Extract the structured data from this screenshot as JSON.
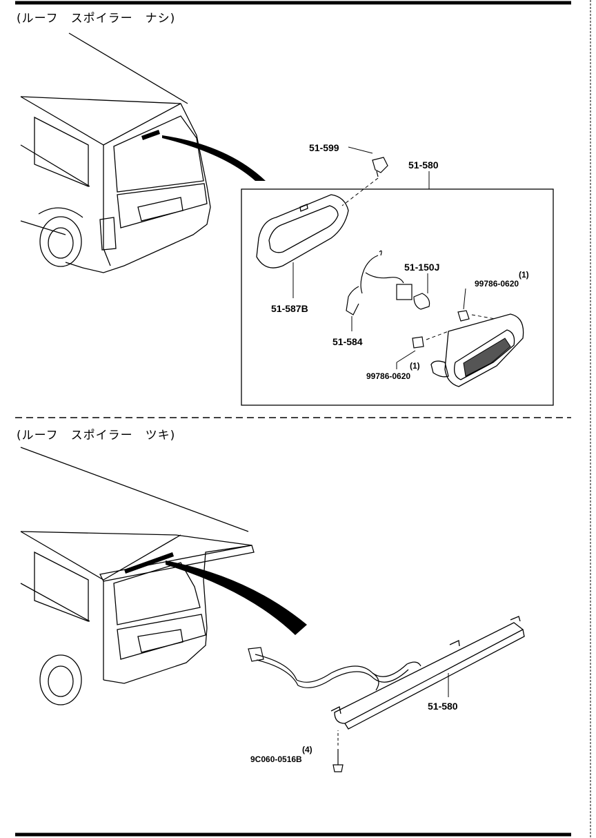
{
  "sections": [
    {
      "title": "(ルーフ　スポイラー　ナシ)",
      "parts": [
        {
          "ref": "51-599"
        },
        {
          "ref": "51-580"
        },
        {
          "ref": "51-587B"
        },
        {
          "ref": "51-150J"
        },
        {
          "ref": "51-584"
        },
        {
          "ref": "99786-0620",
          "qty": "(1)"
        },
        {
          "ref": "99786-0620",
          "qty": "(1)"
        }
      ]
    },
    {
      "title": "(ルーフ　スポイラー　ツキ)",
      "parts": [
        {
          "ref": "51-580"
        },
        {
          "ref": "9C060-0516B",
          "qty": "(4)"
        }
      ]
    }
  ]
}
